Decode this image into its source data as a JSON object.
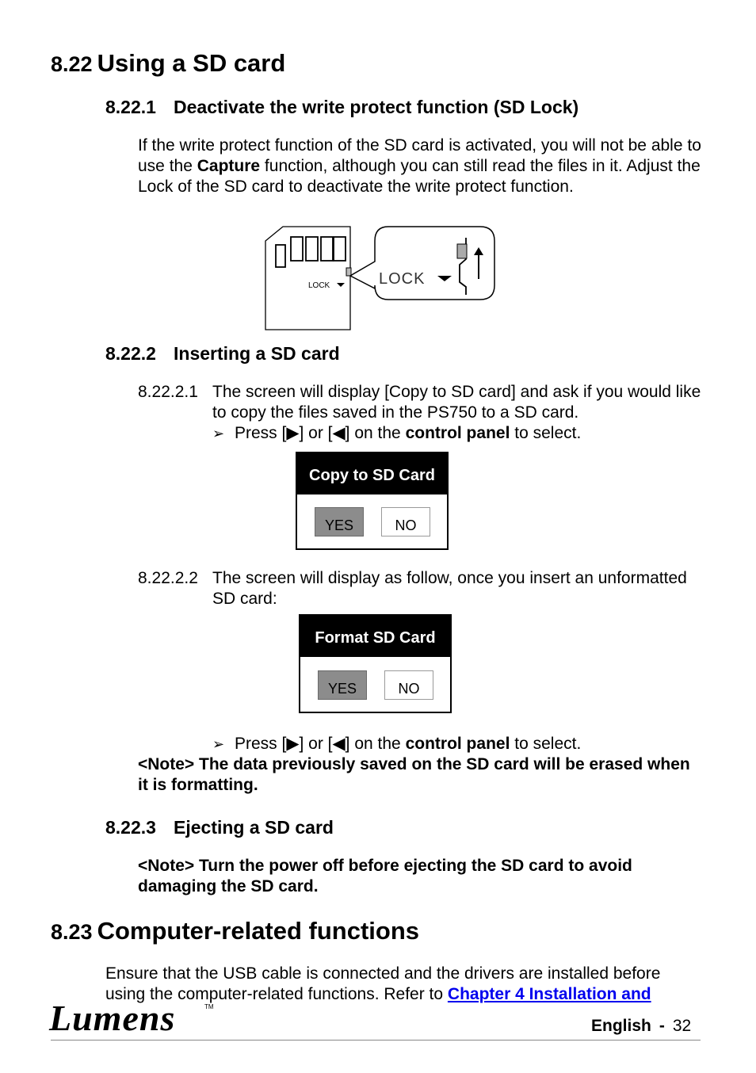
{
  "section_823_22": {
    "number": "8.22",
    "title": "Using a SD card"
  },
  "sub1": {
    "number": "8.22.1",
    "title": "Deactivate the write protect function (SD Lock)",
    "p1": "If the write protect function of the SD card is activated, you will not be able to use the ",
    "p1_bold": "Capture",
    "p1_end": " function, although you can still read the files in it. Adjust the Lock of the SD card to deactivate the write protect function.",
    "card_lock_small": "LOCK",
    "card_lock_big": "LOCK"
  },
  "sub2": {
    "number": "8.22.2",
    "title": "Inserting a SD card",
    "item1": {
      "number": "8.22.2.1",
      "text": "The screen will display [Copy to SD card] and ask if you would like to copy the files saved in the PS750 to a SD card.",
      "bullet_pre": "Press [▶] or [◀] on the ",
      "bullet_bold": "control panel",
      "bullet_post": " to select."
    },
    "dialog1": {
      "title": "Copy to SD Card",
      "yes": "YES",
      "no": "NO"
    },
    "item2": {
      "number": "8.22.2.2",
      "text": "The screen will display as follow, once you insert an unformatted SD card:"
    },
    "dialog2": {
      "title": "Format SD Card",
      "yes": "YES",
      "no": "NO"
    },
    "bullet2_pre": "Press [▶] or [◀] on the ",
    "bullet2_bold": "control panel",
    "bullet2_post": " to select.",
    "note": "<Note> The data previously saved on the SD card will be erased when it is formatting."
  },
  "sub3": {
    "number": "8.22.3",
    "title": "Ejecting a SD card",
    "note": "<Note> Turn the power off before ejecting the SD card to avoid damaging the SD card."
  },
  "section_823": {
    "number": "8.23",
    "title": "Computer-related functions",
    "text": "Ensure that the USB cable is connected and the drivers are installed before using the computer-related functions. Refer to ",
    "link": "Chapter 4 Installation and "
  },
  "footer": {
    "logo": "Lumens",
    "tm": "TM",
    "language": "English",
    "separator": "-",
    "page": "32"
  }
}
